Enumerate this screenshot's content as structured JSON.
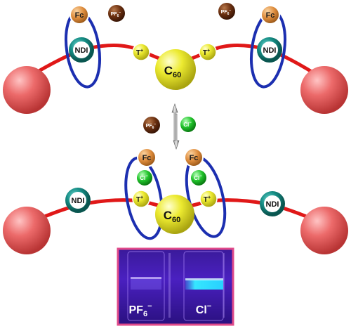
{
  "labels": {
    "fc": "Fc",
    "ndi": "NDI",
    "t_plus": "T",
    "t_plus_sup": "+",
    "c60_base": "C",
    "c60_sub": "60",
    "pf6_base": "PF",
    "pf6_sub": "6",
    "pf6_sup": "−",
    "cl_base": "Cl",
    "cl_sup": "−"
  },
  "photo": {
    "left_label_base": "PF",
    "left_label_sub": "6",
    "left_label_sup": "−",
    "right_label_base": "Cl",
    "right_label_sup": "−"
  },
  "colors": {
    "stopper": "#e86060",
    "axle": "#e01818",
    "ring": "#1c2fb0",
    "ndi_fill": "#128c84",
    "fc_fill": "#d98a3a",
    "t_fill": "#e7e32a",
    "c60_fill": "#e5e125",
    "pf6_fill": "#6b3010",
    "cl_fill": "#1fc42a",
    "photo_border": "#e04a8a",
    "photo_glow": "#28d8ff"
  }
}
